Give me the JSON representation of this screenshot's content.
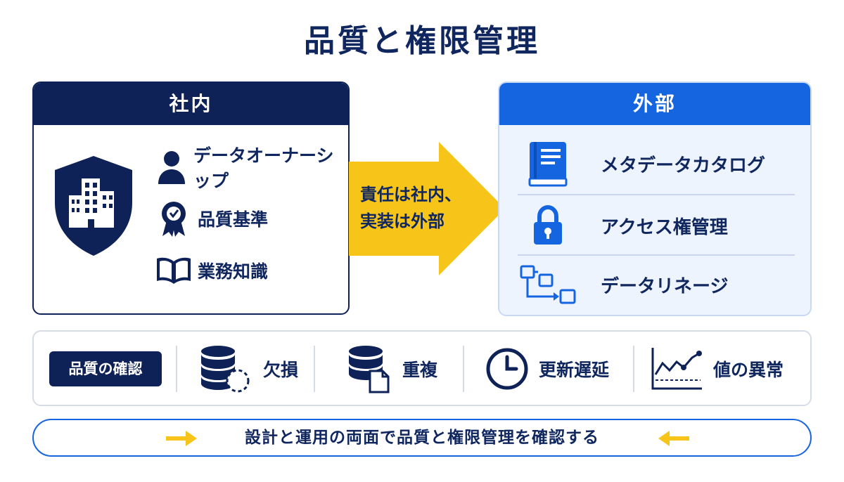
{
  "title": "品質と権限管理",
  "internal": {
    "header": "社内",
    "items": [
      {
        "label": "データオーナーシップ",
        "icon": "person-icon"
      },
      {
        "label": "品質基準",
        "icon": "award-badge-icon"
      },
      {
        "label": "業務知識",
        "icon": "open-book-icon"
      }
    ],
    "emblem_icon": "shield-building-icon"
  },
  "arrow": {
    "line1": "責任は社内、",
    "line2": "実装は外部"
  },
  "external": {
    "header": "外部",
    "items": [
      {
        "label": "メタデータカタログ",
        "icon": "catalog-book-icon"
      },
      {
        "label": "アクセス権管理",
        "icon": "lock-icon"
      },
      {
        "label": "データリネージ",
        "icon": "lineage-flow-icon"
      }
    ]
  },
  "quality": {
    "badge": "品質の確認",
    "items": [
      {
        "label": "欠損",
        "icon": "database-missing-icon"
      },
      {
        "label": "重複",
        "icon": "database-duplicate-icon"
      },
      {
        "label": "更新遅延",
        "icon": "clock-icon"
      },
      {
        "label": "値の異常",
        "icon": "anomaly-chart-icon"
      }
    ]
  },
  "footer": {
    "text": "設計と運用の両面で品質と権限管理を確認する"
  },
  "colors": {
    "navy": "#0f2257",
    "blue": "#1565e0",
    "yellow": "#f5c518",
    "light_blue_bg": "#eef4fe"
  }
}
